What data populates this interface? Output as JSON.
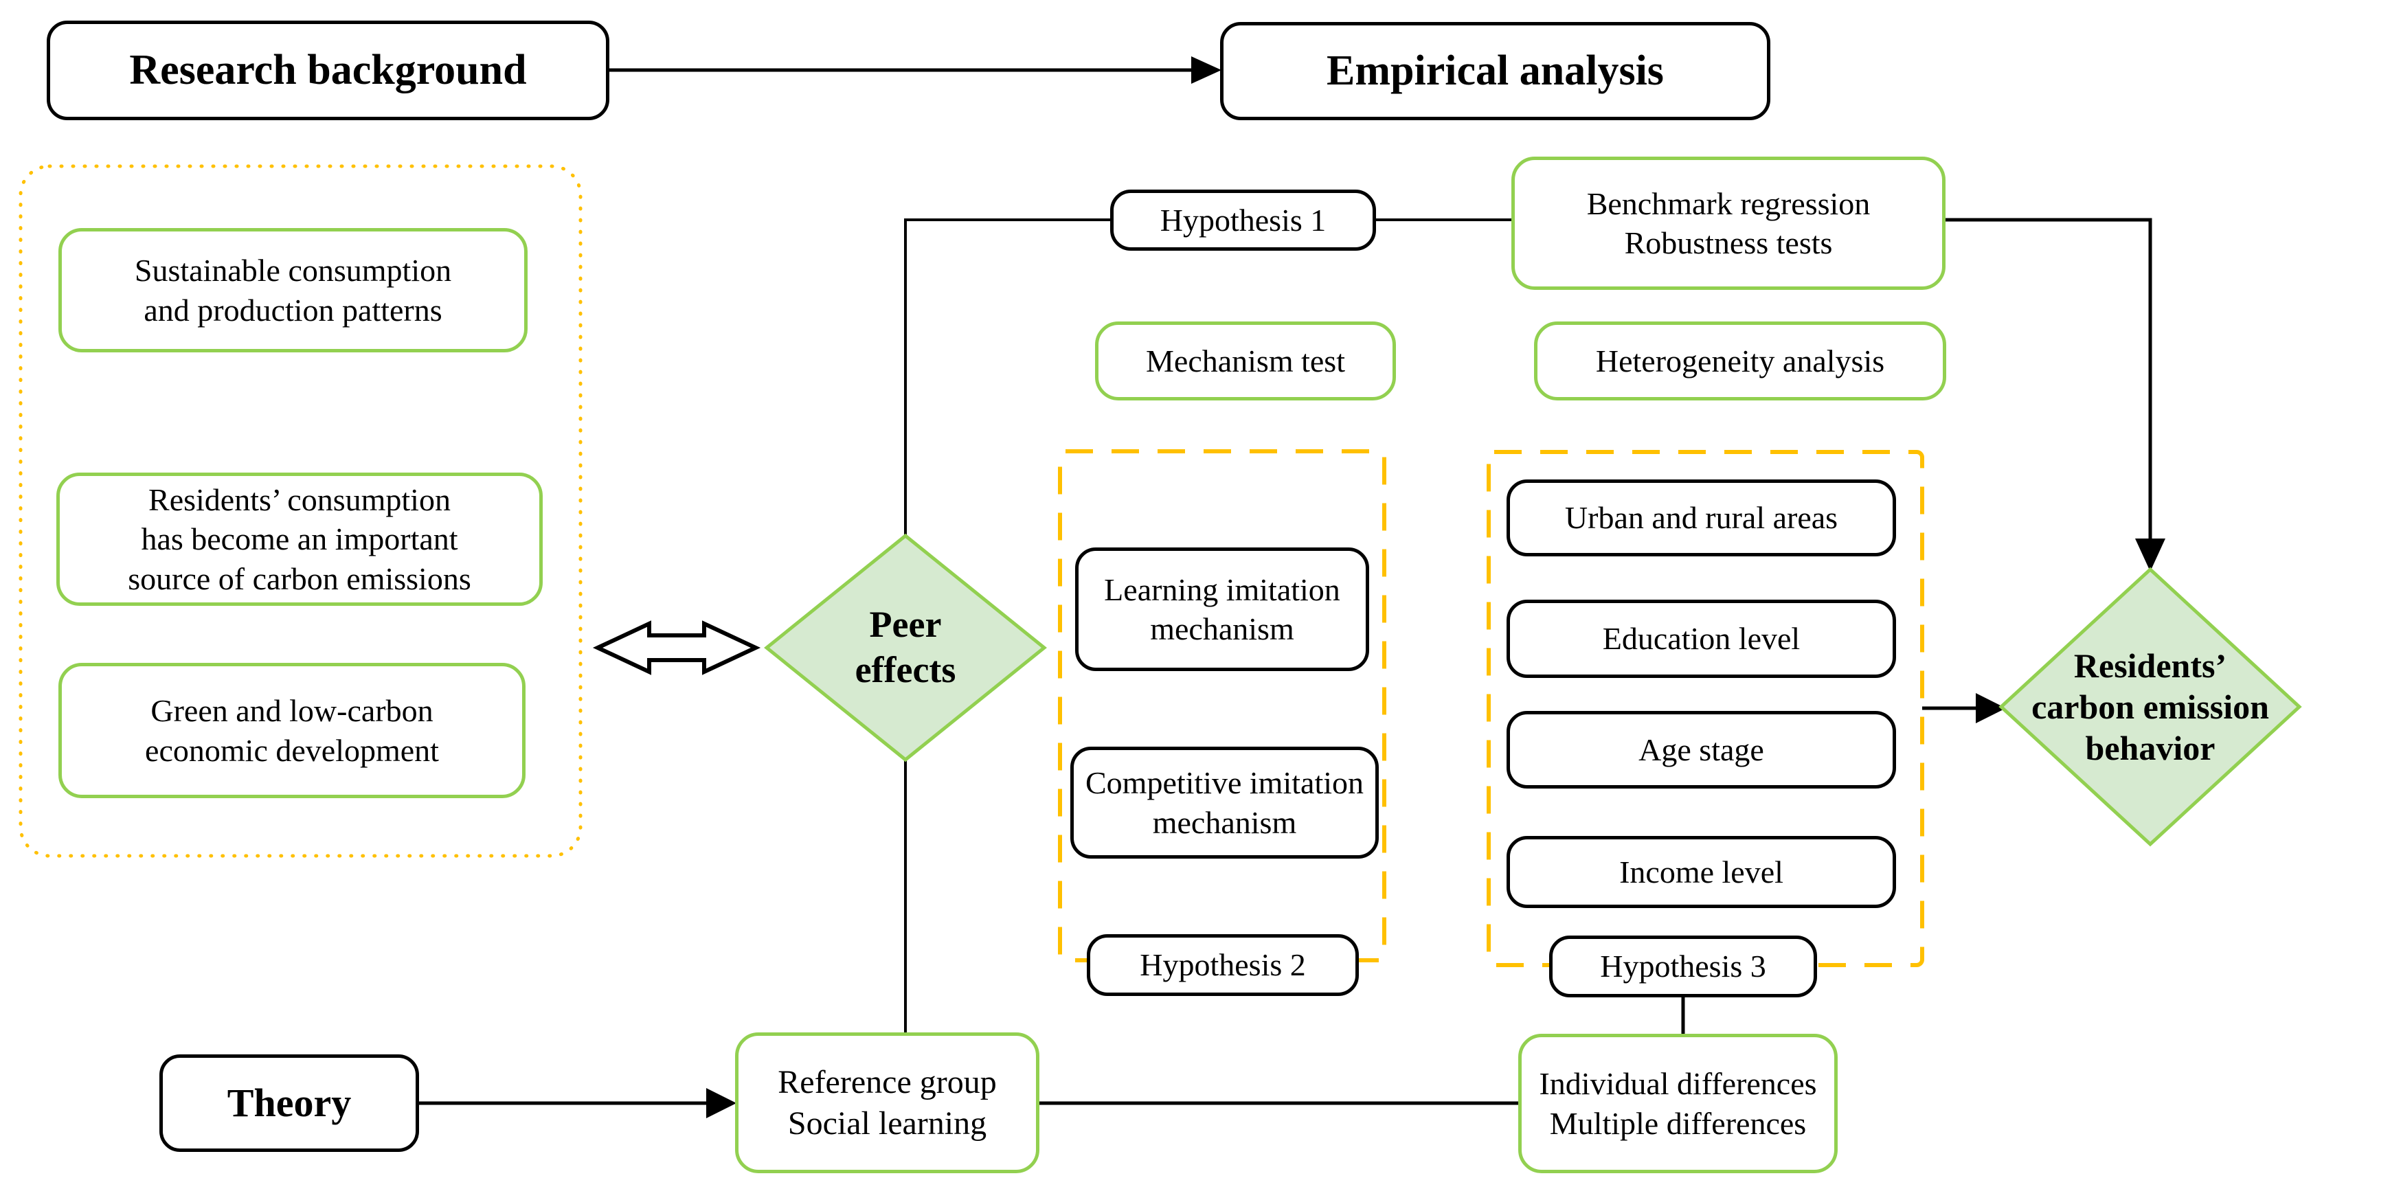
{
  "header": {
    "research": "Research background",
    "empirical": "Empirical analysis"
  },
  "background_panel": {
    "box1": {
      "line1": "Sustainable consumption",
      "line2": "and production patterns"
    },
    "box2": {
      "line1": "Residents’ consumption",
      "line2": "has become an important",
      "line3": "source of carbon emissions"
    },
    "box3": {
      "line1": "Green and low-carbon",
      "line2": "economic development"
    }
  },
  "peer_effects": {
    "line1": "Peer",
    "line2": "effects"
  },
  "hypothesis1": "Hypothesis 1",
  "mechanism_test": "Mechanism test",
  "benchmark": {
    "line1": "Benchmark regression",
    "line2": "Robustness tests"
  },
  "heterogeneity": "Heterogeneity analysis",
  "mechanism_panel": {
    "learning": {
      "line1": "Learning imitation",
      "line2": "mechanism"
    },
    "competitive": {
      "line1": "Competitive imitation",
      "line2": "mechanism"
    },
    "hypothesis2": "Hypothesis 2"
  },
  "heterogeneity_panel": {
    "urban": "Urban and rural areas",
    "education": "Education level",
    "age": "Age stage",
    "income": "Income level",
    "hypothesis3": "Hypothesis 3"
  },
  "residents": {
    "line1": "Residents’",
    "line2": "carbon emission",
    "line3": "behavior"
  },
  "theory": "Theory",
  "reference": {
    "line1": "Reference group",
    "line2": "Social learning"
  },
  "individual": {
    "line1": "Individual differences",
    "line2": "Multiple differences"
  },
  "colors": {
    "green": "#92d050",
    "diamond_fill": "#d6ead0",
    "gold": "#ffc000",
    "line": "#000000"
  }
}
